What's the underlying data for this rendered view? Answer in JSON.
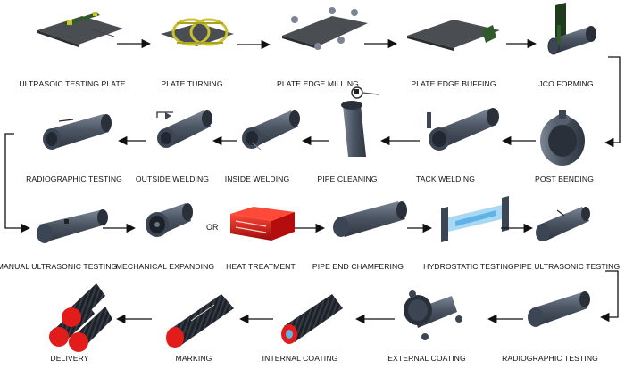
{
  "title": "",
  "colors": {
    "pipe_dark": "#3c4553",
    "pipe_mid": "#56606f",
    "pipe_light": "#7b8594",
    "plate": "#4a4d52",
    "yellow_frame": "#c9c22e",
    "green_part": "#2f5a2a",
    "heat_red": "#d01818",
    "inner_red": "#e21b1b",
    "water_blue": "#5fb3e6",
    "arrow": "#111111"
  },
  "steps": [
    {
      "label": "ULTRASOIC TESTING PLATE",
      "icon": "plate-ultrasonic-icon"
    },
    {
      "label": "PLATE TURNING",
      "icon": "plate-turning-icon"
    },
    {
      "label": "PLATE EDGE MILLING",
      "icon": "plate-edge-milling-icon"
    },
    {
      "label": "PLATE EDGE BUFFING",
      "icon": "plate-edge-buffing-icon"
    },
    {
      "label": "JCO FORMING",
      "icon": "jco-forming-icon"
    },
    {
      "label": "POST BENDING",
      "icon": "post-bending-icon"
    },
    {
      "label": "TACK WELDING",
      "icon": "tack-welding-icon"
    },
    {
      "label": "PIPE CLEANING",
      "icon": "pipe-cleaning-icon"
    },
    {
      "label": "INSIDE WELDING",
      "icon": "inside-welding-icon"
    },
    {
      "label": "OUTSIDE WELDING",
      "icon": "outside-welding-icon"
    },
    {
      "label": "RADIOGRAPHIC TESTING",
      "icon": "radiographic-testing-icon"
    },
    {
      "label": "MANUAL ULTRASONIC TESTING",
      "icon": "manual-ultrasonic-icon"
    },
    {
      "label": "MECHANICAL EXPANDING",
      "icon": "mechanical-expanding-icon"
    },
    {
      "label": "HEAT TREATMENT",
      "icon": "heat-treatment-icon"
    },
    {
      "label": "PIPE END CHAMFERING",
      "icon": "pipe-end-chamfering-icon"
    },
    {
      "label": "HYDROSTATIC TESTING",
      "icon": "hydrostatic-testing-icon"
    },
    {
      "label": "PIPE ULTRASONIC TESTING",
      "icon": "pipe-ultrasonic-icon"
    },
    {
      "label": "RADIOGRAPHIC TESTING",
      "icon": "radiographic-testing-2-icon"
    },
    {
      "label": "EXTERNAL COATING",
      "icon": "external-coating-icon"
    },
    {
      "label": "INTERNAL COATING",
      "icon": "internal-coating-icon"
    },
    {
      "label": "MARKING",
      "icon": "marking-icon"
    },
    {
      "label": "DELIVERY",
      "icon": "delivery-icon"
    }
  ],
  "or_label": "OR"
}
